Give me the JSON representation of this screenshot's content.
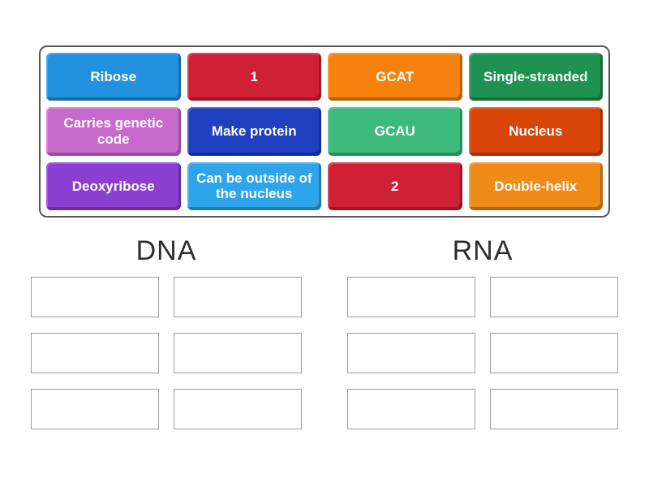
{
  "tray": {
    "tiles": [
      {
        "label": "Ribose",
        "color": "#2291e0"
      },
      {
        "label": "1",
        "color": "#cf2036"
      },
      {
        "label": "GCAT",
        "color": "#f5820d"
      },
      {
        "label": "Single-stranded",
        "color": "#1f9150"
      },
      {
        "label": "Carries genetic code",
        "color": "#c869ce"
      },
      {
        "label": "Make protein",
        "color": "#1d3fc0"
      },
      {
        "label": "GCAU",
        "color": "#3cba7c"
      },
      {
        "label": "Nucleus",
        "color": "#d94408"
      },
      {
        "label": "Deoxyribose",
        "color": "#8a3fd1"
      },
      {
        "label": "Can be outside of the nucleus",
        "color": "#2ea4ea"
      },
      {
        "label": "2",
        "color": "#cf2036"
      },
      {
        "label": "Double-helix",
        "color": "#f08a18"
      }
    ]
  },
  "groups": [
    {
      "label": "DNA"
    },
    {
      "label": "RNA"
    }
  ]
}
